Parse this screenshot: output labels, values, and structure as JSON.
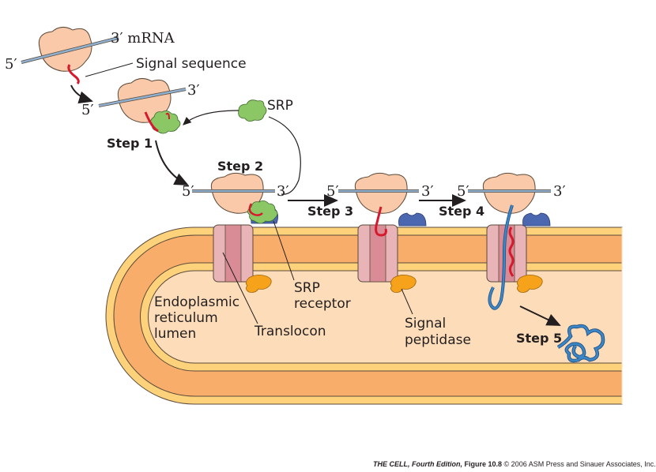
{
  "figure": {
    "labels": {
      "mrna": "3′ mRNA",
      "five_prime": "5′",
      "three_prime": "3′",
      "signal_sequence": "Signal sequence",
      "srp": "SRP",
      "srp_receptor_line1": "SRP",
      "srp_receptor_line2": "receptor",
      "er_lumen_line1": "Endoplasmic",
      "er_lumen_line2": "reticulum",
      "er_lumen_line3": "lumen",
      "translocon": "Translocon",
      "signal_peptidase_line1": "Signal",
      "signal_peptidase_line2": "peptidase"
    },
    "steps": [
      "Step 1",
      "Step 2",
      "Step 3",
      "Step 4",
      "Step 5"
    ],
    "colors": {
      "ribosome": "#f9c9a9",
      "mrna": "#8fb0d0",
      "signal_sequence": "#d7192d",
      "srp": "#8cc766",
      "srp_receptor": "#4a67b0",
      "translocon_outer": "#e8b4b8",
      "translocon_inner": "#d98c95",
      "signal_peptidase": "#f6a21b",
      "er_membrane_outer": "#fdd27b",
      "er_membrane_core": "#f9ad6a",
      "er_lumen": "#fdddb9",
      "polypeptide": "#3c86c6"
    }
  },
  "credit": {
    "book": "THE CELL, Fourth Edition,",
    "figure": "Figure 10.8",
    "copyright": "© 2006 ASM Press and Sinauer Associates, Inc."
  }
}
